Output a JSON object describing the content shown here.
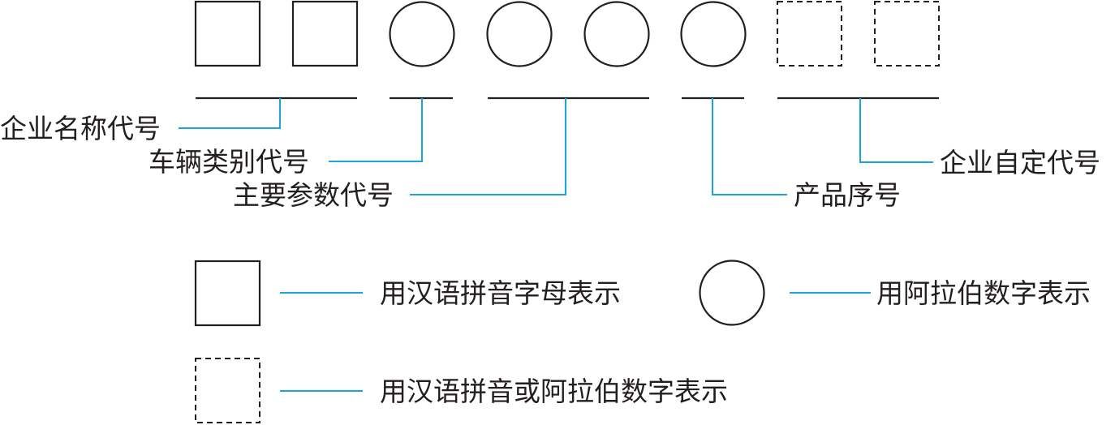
{
  "diagram": {
    "fields": [
      {
        "label": "企业名称代号",
        "symbol": "letter"
      },
      {
        "label": "车辆类别代号",
        "symbol": "digit"
      },
      {
        "label": "主要参数代号",
        "symbol": "digit"
      },
      {
        "label": "产品序号",
        "symbol": "digit"
      },
      {
        "label": "企业自定代号",
        "symbol": "letter-or-digit"
      }
    ],
    "legend": [
      {
        "symbol": "solid-square",
        "label": "用汉语拼音字母表示"
      },
      {
        "symbol": "circle",
        "label": "用阿拉伯数字表示"
      },
      {
        "symbol": "dashed-square",
        "label": "用汉语拼音或阿拉伯数字表示"
      }
    ],
    "colors": {
      "stroke": "#231f20",
      "connector": "#1aa3dc"
    }
  }
}
